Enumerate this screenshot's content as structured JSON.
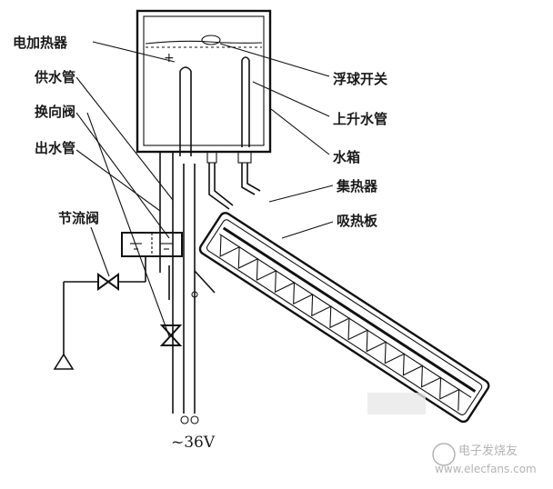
{
  "labels": {
    "heater": "电加热器",
    "supply_pipe": "供水管",
    "reversing_valve": "换向阀",
    "outlet_pipe": "出水管",
    "throttle_valve": "节流阀",
    "float_switch": "浮球开关",
    "riser_pipe": "上升水管",
    "water_tank": "水箱",
    "collector": "集热器",
    "absorber_plate": "吸热板",
    "voltage": "~36V"
  },
  "watermark": {
    "site": "电子发烧友",
    "url": "www.elecfans.com"
  }
}
